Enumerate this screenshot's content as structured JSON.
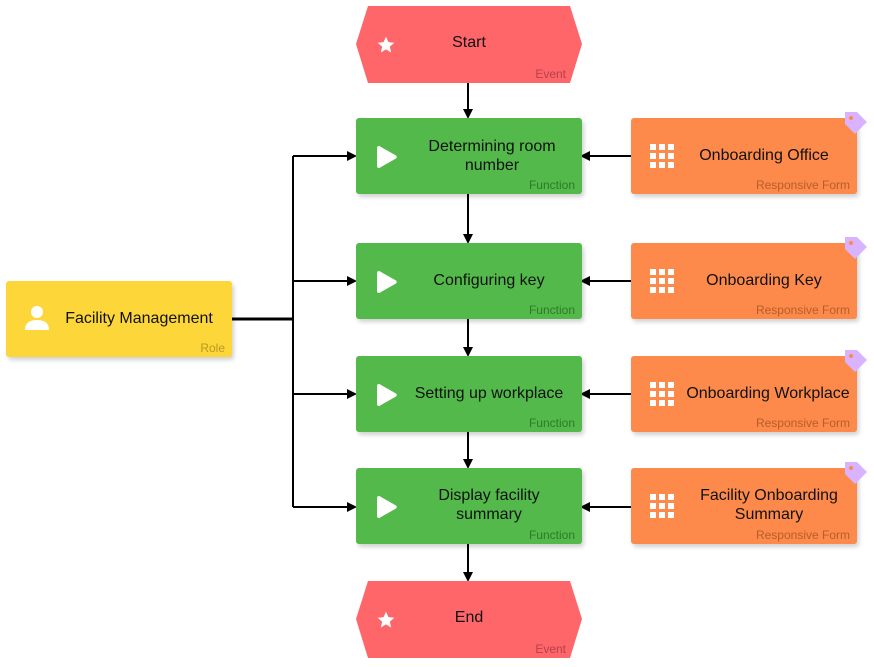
{
  "events": {
    "start": {
      "label": "Start",
      "kind": "Event",
      "icon": "star-icon"
    },
    "end": {
      "label": "End",
      "kind": "Event",
      "icon": "star-icon"
    }
  },
  "functions": [
    {
      "label": "Determining room number",
      "kind": "Function",
      "icon": "play-icon"
    },
    {
      "label": "Configuring key",
      "kind": "Function",
      "icon": "play-icon"
    },
    {
      "label": "Setting up workplace",
      "kind": "Function",
      "icon": "play-icon"
    },
    {
      "label": "Display facility summary",
      "kind": "Function",
      "icon": "play-icon"
    }
  ],
  "forms": [
    {
      "label": "Onboarding Office",
      "kind": "Responsive Form",
      "icon": "grid-icon"
    },
    {
      "label": "Onboarding Key",
      "kind": "Responsive Form",
      "icon": "grid-icon"
    },
    {
      "label": "Onboarding Workplace",
      "kind": "Responsive Form",
      "icon": "grid-icon"
    },
    {
      "label": "Facility Onboarding Summary",
      "kind": "Responsive Form",
      "icon": "grid-icon"
    }
  ],
  "role": {
    "label": "Facility Management",
    "kind": "Role",
    "icon": "person-icon"
  },
  "colors": {
    "event": "#ff6669",
    "function": "#52b94a",
    "form": "#fd8a4b",
    "role": "#fdd63a",
    "tag": "#d9b3ff",
    "edge": "#000000"
  }
}
